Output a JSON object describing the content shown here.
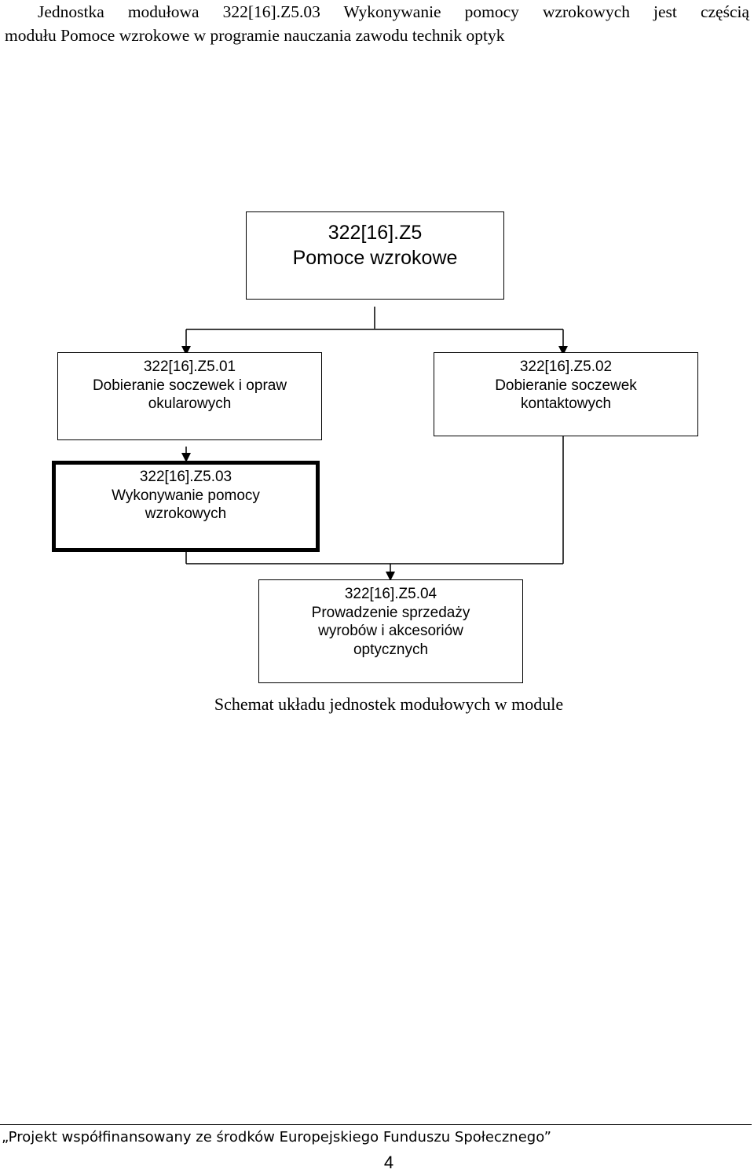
{
  "intro": {
    "line1": "Jednostka modułowa 322[16].Z5.03 Wykonywanie pomocy wzrokowych jest częścią",
    "line2": "modułu Pomoce wzrokowe w programie nauczania zawodu technik optyk"
  },
  "diagram": {
    "root": {
      "code": "322[16].Z5",
      "name": "Pomoce wzrokowe"
    },
    "unit01": {
      "code": "322[16].Z5.01",
      "line1": "Dobieranie soczewek i opraw",
      "line2": "okularowych"
    },
    "unit02": {
      "code": "322[16].Z5.02",
      "line1": "Dobieranie soczewek",
      "line2": "kontaktowych"
    },
    "unit03": {
      "code": "322[16].Z5.03",
      "line1": "Wykonywanie pomocy",
      "line2": "wzrokowych"
    },
    "unit04": {
      "code": "322[16].Z5.04",
      "line1": "Prowadzenie sprzedaży",
      "line2": "wyrobów i akcesoriów",
      "line3": "optycznych"
    }
  },
  "caption": "Schemat układu jednostek modułowych w module",
  "footer": {
    "project": "„Projekt współfinansowany ze środków Europejskiego Funduszu Społecznego”",
    "page_number": "4"
  }
}
